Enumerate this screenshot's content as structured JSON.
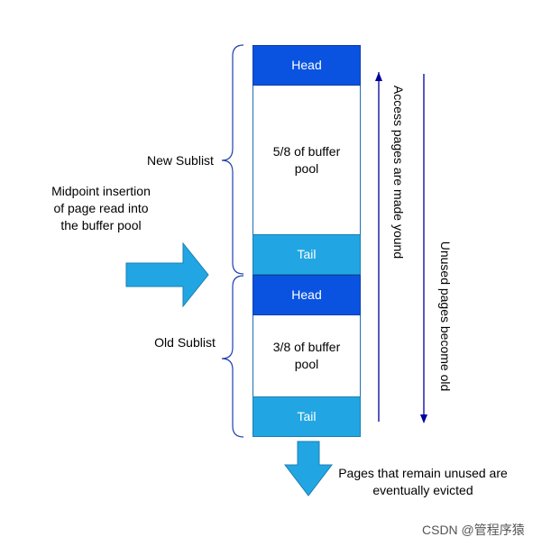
{
  "blocks": {
    "head_new": "Head",
    "new_body": "5/8 of buffer pool",
    "tail_new": "Tail",
    "head_old": "Head",
    "old_body": "3/8 of buffer pool",
    "tail_old": "Tail"
  },
  "labels": {
    "new_sublist": "New Sublist",
    "old_sublist": "Old Sublist",
    "midpoint": "Midpoint insertion of page read into the buffer pool",
    "access": "Access pages are made yound",
    "unused": "Unused pages become old",
    "evicted": "Pages that remain unused are  eventually evicted",
    "watermark": "CSDN @管程序猿"
  },
  "colors": {
    "head": "#0a53e0",
    "tail": "#22a6e3",
    "arrow": "#22a6e3",
    "line": "#00009c"
  }
}
